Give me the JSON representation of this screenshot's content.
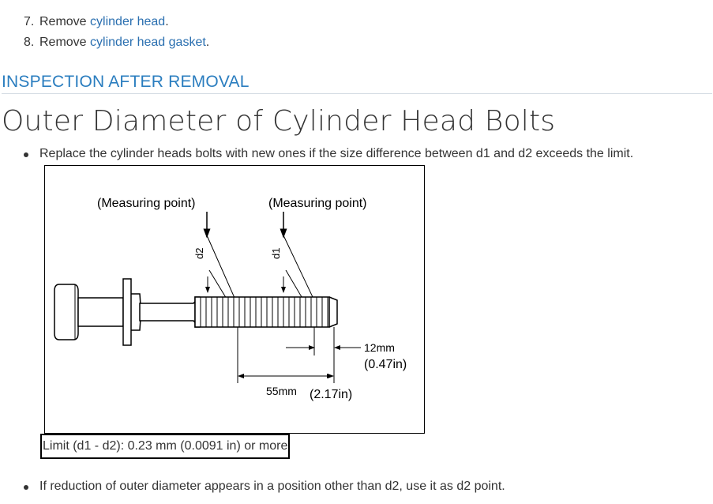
{
  "steps": [
    {
      "number": "7.",
      "prefix": "Remove ",
      "link": "cylinder head",
      "suffix": "."
    },
    {
      "number": "8.",
      "prefix": "Remove ",
      "link": "cylinder head gasket",
      "suffix": "."
    }
  ],
  "section_heading": "INSPECTION AFTER REMOVAL",
  "page_title": "Outer Diameter of Cylinder Head Bolts",
  "bullets": [
    "Replace the cylinder heads bolts with new ones if the size difference between d1 and d2 exceeds the limit.",
    "If reduction of outer diameter appears in a position other than d2, use it as d2 point."
  ],
  "figure": {
    "measuring_point_left": "(Measuring point)",
    "measuring_point_right": "(Measuring point)",
    "d2_label": "d2",
    "d1_label": "d1",
    "dim_12": "12mm",
    "dim_12_in": "(0.47in)",
    "dim_55": "55mm",
    "dim_55_in": "(2.17in)"
  },
  "limit_text": "Limit (d1 - d2): 0.23 mm (0.0091 in) or more"
}
